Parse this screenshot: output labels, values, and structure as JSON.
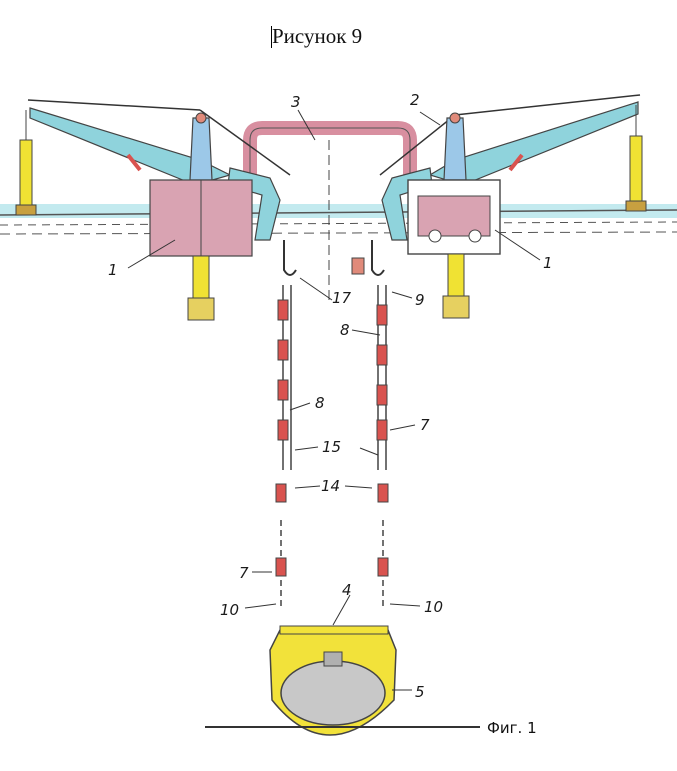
{
  "title": "Рисунок 9",
  "caption": "Фиг. 1",
  "labels": {
    "l1_left": "1",
    "l1_right": "1",
    "l2": "2",
    "l3": "3",
    "l4": "4",
    "l5": "5",
    "l7_right": "7",
    "l7_left": "7",
    "l8_top": "8",
    "l8_mid": "8",
    "l9": "9",
    "l10_left": "10",
    "l10_right": "10",
    "l14": "14",
    "l15": "15",
    "l17": "17"
  },
  "colors": {
    "crane_arm": "#8fd3dc",
    "crane_body": "#d9a3b2",
    "beam": "#d88fa0",
    "cylinder": "#f0e233",
    "water": "#7fd0da",
    "chain_link": "#d9534f",
    "lift_frame": "#f2e23a",
    "hull": "#c8c8c8"
  }
}
